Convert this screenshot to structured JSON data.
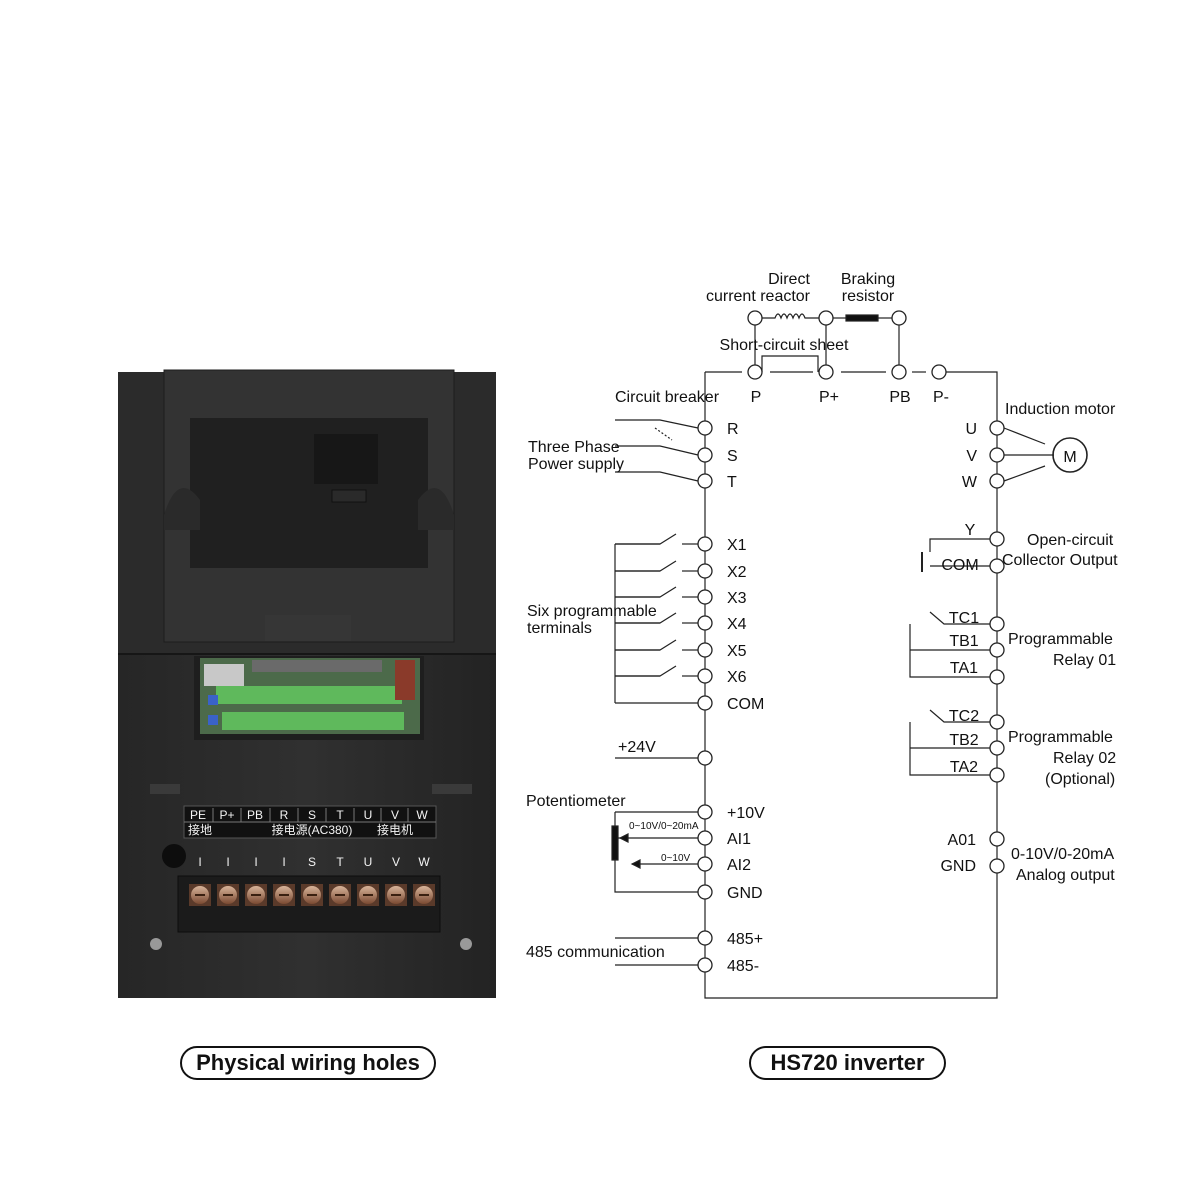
{
  "captions": {
    "left": "Physical wiring holes",
    "right": "HS720 inverter"
  },
  "device": {
    "strip_top": [
      "PE",
      "P+",
      "PB",
      "R",
      "S",
      "T",
      "U",
      "V",
      "W"
    ],
    "strip_bottom": [
      "接地",
      "接电源(AC380)",
      "接电机"
    ],
    "faint_letters": [
      "I",
      "I",
      "I",
      "I",
      "S",
      "T",
      "U",
      "V",
      "W"
    ]
  },
  "diagram": {
    "top_labels": {
      "direct_reactor_1": "Direct",
      "direct_reactor_2": "current reactor",
      "braking_1": "Braking",
      "braking_2": "resistor",
      "short_circuit": "Short-circuit sheet"
    },
    "top_terminals": [
      "P",
      "P+",
      "PB",
      "P-"
    ],
    "left_labels": {
      "circuit_breaker": "Circuit breaker",
      "three_phase_1": "Three Phase",
      "three_phase_2": "Power supply",
      "six_prog_1": "Six programmable",
      "six_prog_2": "terminals",
      "v24": "+24V",
      "potentiometer": "Potentiometer",
      "pot_range_1": "0~10V/0~20mA",
      "pot_range_2": "0~10V",
      "rs485": "485 communication"
    },
    "power_terminals": [
      "R",
      "S",
      "T"
    ],
    "input_terminals": [
      "X1",
      "X2",
      "X3",
      "X4",
      "X5",
      "X6",
      "COM"
    ],
    "analog_in_terminals": [
      "+10V",
      "AI1",
      "AI2",
      "GND"
    ],
    "comm_terminals": [
      "485+",
      "485-"
    ],
    "right_labels": {
      "induction_motor": "Induction motor",
      "motor_symbol": "M",
      "open_circuit_1": "Open-circuit",
      "open_circuit_2": "Collector Output",
      "relay1_1": "Programmable",
      "relay1_2": "Relay 01",
      "relay2_1": "Programmable",
      "relay2_2": "Relay 02",
      "relay2_3": "(Optional)",
      "analog_out_1": "0-10V/0-20mA",
      "analog_out_2": "Analog output"
    },
    "motor_terminals": [
      "U",
      "V",
      "W"
    ],
    "collector_terminals": [
      "Y",
      "COM"
    ],
    "relay1_terminals": [
      "TC1",
      "TB1",
      "TA1"
    ],
    "relay2_terminals": [
      "TC2",
      "TB2",
      "TA2"
    ],
    "analog_out_terminals": [
      "A01",
      "GND"
    ]
  }
}
